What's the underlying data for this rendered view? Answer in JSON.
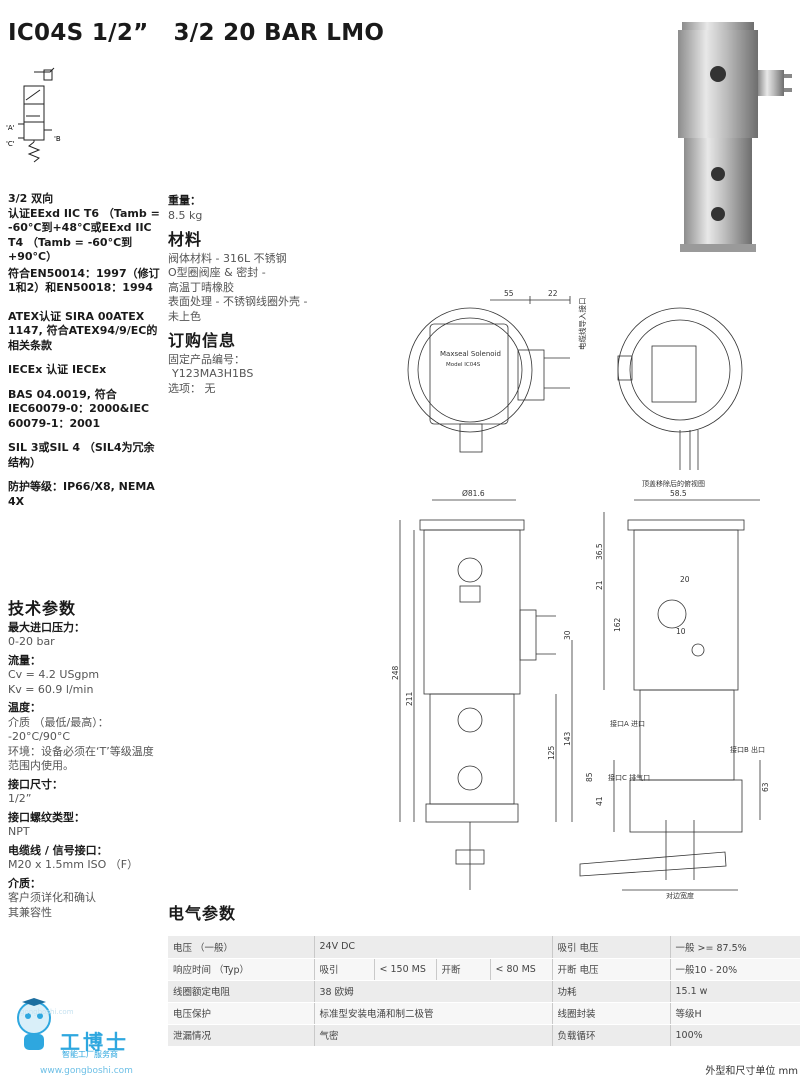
{
  "title": "IC04S 1/2”   3/2 20 BAR LMO",
  "schematic": {
    "label_a": "'A'",
    "label_b": "'B",
    "label_c": "'C'"
  },
  "left_specs": [
    "3/2 双向",
    "认证EExd IIC T6 （Tamb = -60°C到+48°C或EExd IIC T4 （Tamb = -60°C到+90°C）",
    "符合EN50014：1997（修订1和2）和EN50018：1994",
    "ATEX认证 SIRA 00ATEX 1147, 符合ATEX94/9/EC的相关条款",
    "IECEx 认证 IECEx",
    "BAS 04.0019, 符合IEC60079-0：2000&IEC 60079-1：2001",
    "SIL 3或SIL 4 （SIL4为冗余结构）",
    "防护等级：IP66/X8, NEMA 4X"
  ],
  "weight": {
    "label": "重量：",
    "value": "8.5 kg"
  },
  "materials": {
    "heading": "材料",
    "lines": [
      "阀体材料 - 316L 不锈钢",
      "O型圈阀座 & 密封 -",
      "高温丁晴橡胶",
      "表面处理 - 不锈钢线圈外壳 -",
      "未上色"
    ]
  },
  "order": {
    "heading": "订购信息",
    "code_label": "固定产品编号：",
    "code": "Y123MA3H1BS",
    "option_label": "选项：",
    "option_value": "无"
  },
  "tech": {
    "heading": "技术参数",
    "items": [
      {
        "label": "最大进口压力：",
        "value": "0-20 bar"
      },
      {
        "label": "流量：",
        "value": "Cv = 4.2 USgpm\nKv = 60.9 l/min"
      },
      {
        "label": "温度：",
        "value": "介质 （最低/最高）：\n-20°C/90°C\n环境：设备必须在‘T’等级温度范围内使用。"
      },
      {
        "label": "接口尺寸：",
        "value": "1/2”"
      },
      {
        "label": "接口螺纹类型：",
        "value": "NPT"
      },
      {
        "label": "电缆线 / 信号接口：",
        "value": "M20 x 1.5mm ISO （F）"
      },
      {
        "label": "介质：",
        "value": "客户须详化和确认\n其兼容性"
      }
    ]
  },
  "drawing": {
    "dim_55": "55",
    "dim_22": "22",
    "cable_entry": "电缆线导入接口",
    "nameplate_brand": "Maxseal Solenoid",
    "nameplate_model": "Model IC04S",
    "top_view_caption": "顶盖移除后的俯视图",
    "dim_d816": "Ø81.6",
    "dim_585": "58.5",
    "dim_365": "36.5",
    "dim_21": "21",
    "dim_20": "20",
    "dim_10": "10",
    "dim_162": "162",
    "dim_30": "30",
    "dim_248": "248",
    "dim_211": "211",
    "dim_143": "143",
    "dim_125": "125",
    "dim_85": "85",
    "dim_41": "41",
    "dim_63": "63",
    "port_a": "接口A\n进口",
    "port_b": "接口B\n出口",
    "port_c": "接口C\n排气口",
    "across_flats": "对边宽度"
  },
  "electrical": {
    "heading": "电气参数",
    "rows": [
      [
        "电压 （一般）",
        "24V DC",
        "",
        "",
        "",
        "吸引 电压",
        "一般 >= 87.5%"
      ],
      [
        "响应时间 （Typ）",
        "吸引",
        "< 150 MS",
        "开断",
        "< 80 MS",
        "开断 电压",
        "一般10 - 20%"
      ],
      [
        "线圈额定电阻",
        "38 欧姆",
        "",
        "",
        "",
        "功耗",
        "15.1 w"
      ],
      [
        "电压保护",
        "标准型安装电涌和制二极管",
        "",
        "",
        "",
        "线圈封装",
        "等级H"
      ],
      [
        "泄漏情况",
        "气密",
        "",
        "",
        "",
        "负载循环",
        "100%"
      ]
    ]
  },
  "units_note": "外型和尺寸单位 mm",
  "logo": {
    "name": "工博士",
    "tagline": "智能工厂服务商",
    "url": "www.gongboshi.com",
    "watermark": "gongboshi.com"
  },
  "colors": {
    "logo_blue": "#2ea7df",
    "table_odd": "#ececec",
    "table_even": "#f7f7f7"
  }
}
